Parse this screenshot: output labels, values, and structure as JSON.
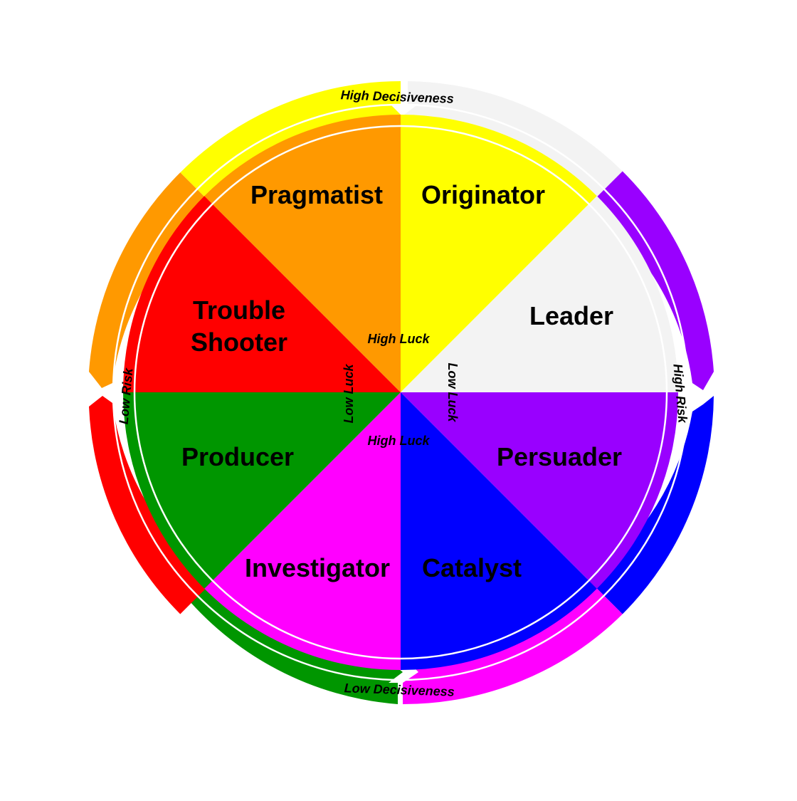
{
  "segments": [
    {
      "name": "Pragmatist",
      "color": "#ffff00"
    },
    {
      "name": "Originator",
      "color": "#f3f3f3"
    },
    {
      "name": "Leader",
      "color": "#9900ff"
    },
    {
      "name": "Persuader",
      "color": "#0000ff"
    },
    {
      "name": "Catalyst",
      "color": "#ff00ff"
    },
    {
      "name": "Investigator",
      "color": "#009600"
    },
    {
      "name": "Producer",
      "color": "#ff0000"
    },
    {
      "name": "Trouble Shooter",
      "color": "#ff9900"
    }
  ],
  "outer_ring": {
    "top": "High Decisiveness",
    "bottom": "Low Decisiveness",
    "left": "Low Risk",
    "right": "High Risk"
  },
  "inner_labels": {
    "upper_high_luck": "High Luck",
    "lower_high_luck": "High Luck",
    "left_low_luck": "Low Luck",
    "right_low_luck": "Low Luck"
  }
}
